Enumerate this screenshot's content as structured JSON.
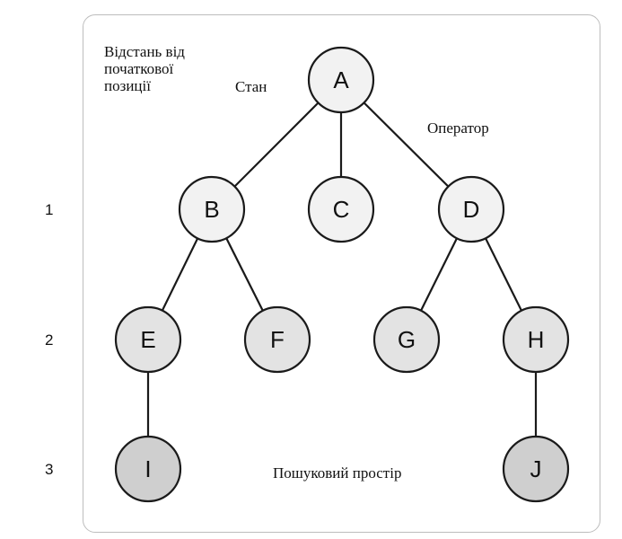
{
  "labels": {
    "distance": "Відстань від початкової позиції",
    "state": "Стан",
    "operator": "Оператор",
    "search_space": "Пошуковий простір"
  },
  "levels": [
    "1",
    "2",
    "3"
  ],
  "nodes": [
    {
      "id": "A",
      "depth": 0
    },
    {
      "id": "B",
      "depth": 1
    },
    {
      "id": "C",
      "depth": 1
    },
    {
      "id": "D",
      "depth": 1
    },
    {
      "id": "E",
      "depth": 2
    },
    {
      "id": "F",
      "depth": 2
    },
    {
      "id": "G",
      "depth": 2
    },
    {
      "id": "H",
      "depth": 2
    },
    {
      "id": "I",
      "depth": 3
    },
    {
      "id": "J",
      "depth": 3
    }
  ],
  "edges": [
    [
      "A",
      "B"
    ],
    [
      "A",
      "C"
    ],
    [
      "A",
      "D"
    ],
    [
      "B",
      "E"
    ],
    [
      "B",
      "F"
    ],
    [
      "D",
      "G"
    ],
    [
      "D",
      "H"
    ],
    [
      "E",
      "I"
    ],
    [
      "H",
      "J"
    ]
  ],
  "colors": {
    "fill_light": "#f2f2f2",
    "fill_mid": "#e3e3e3",
    "fill_dark": "#cfcfcf",
    "stroke": "#1a1a1a"
  }
}
